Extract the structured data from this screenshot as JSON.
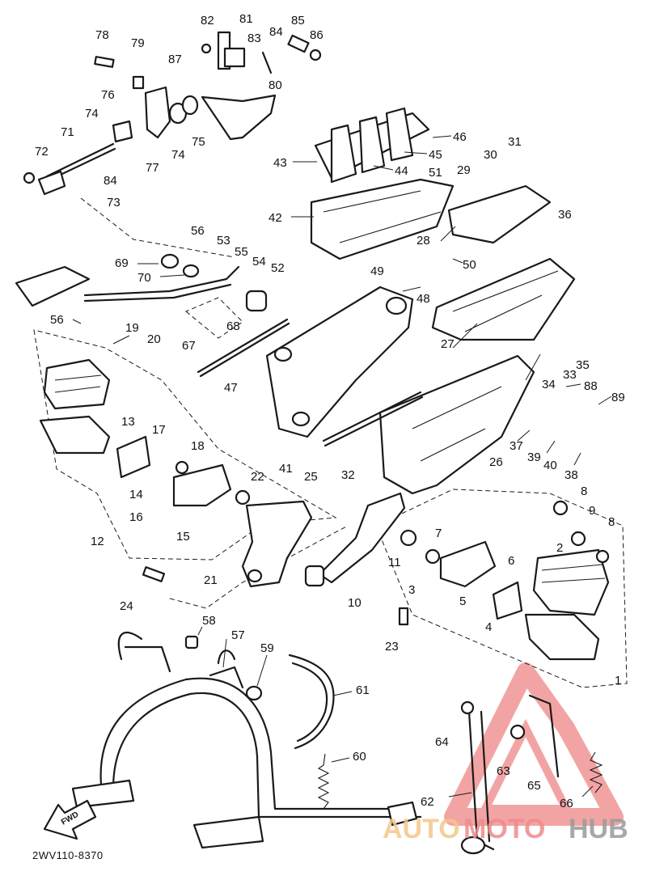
{
  "diagram": {
    "code": "2WV110-8370",
    "fwd_label": "FWD",
    "watermark": {
      "auto": "AUTO",
      "moto": "MOTO",
      "hub": "HUB",
      "colors": {
        "auto": "#f4c78a",
        "moto": "#f08a8a",
        "hub": "#9a9a9a",
        "triangle": "#e85a5a"
      }
    },
    "callouts": [
      "1",
      "2",
      "3",
      "4",
      "5",
      "6",
      "7",
      "8",
      "8",
      "9",
      "10",
      "11",
      "12",
      "13",
      "14",
      "15",
      "16",
      "17",
      "18",
      "19",
      "20",
      "21",
      "22",
      "23",
      "24",
      "25",
      "26",
      "27",
      "28",
      "29",
      "30",
      "31",
      "32",
      "33",
      "34",
      "35",
      "36",
      "37",
      "38",
      "39",
      "40",
      "41",
      "42",
      "43",
      "44",
      "45",
      "46",
      "47",
      "48",
      "49",
      "50",
      "51",
      "52",
      "53",
      "54",
      "55",
      "56",
      "56",
      "57",
      "58",
      "59",
      "60",
      "61",
      "62",
      "63",
      "64",
      "65",
      "66",
      "67",
      "68",
      "69",
      "70",
      "71",
      "72",
      "73",
      "74",
      "74",
      "75",
      "76",
      "77",
      "78",
      "79",
      "80",
      "81",
      "82",
      "83",
      "84",
      "84",
      "85",
      "86",
      "87",
      "88",
      "89"
    ]
  }
}
